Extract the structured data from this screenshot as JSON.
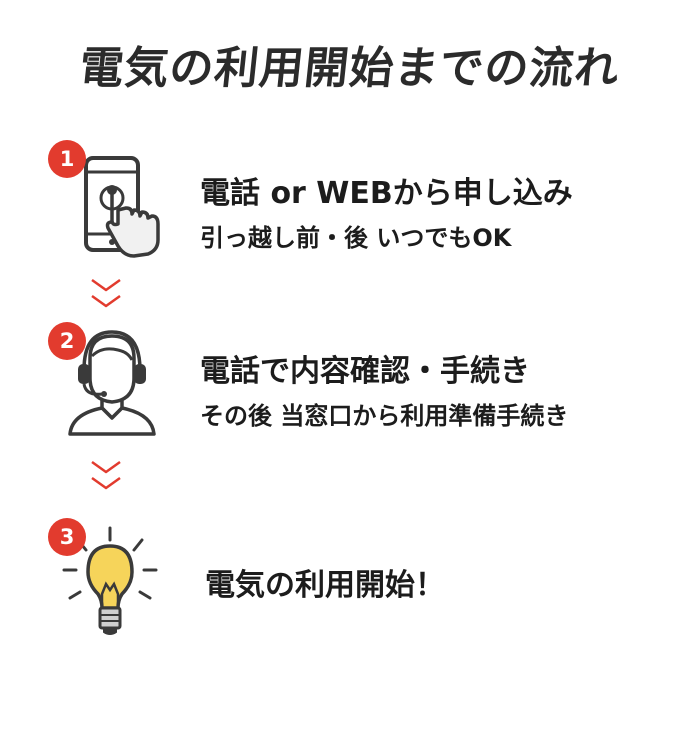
{
  "title": "電気の利用開始までの流れ",
  "accent_color": "#e23b2e",
  "steps": [
    {
      "number": "1",
      "icon": "smartphone-touch-icon",
      "line1": "電話 or WEBから申し込み",
      "line2": "引っ越し前・後 いつでもOK"
    },
    {
      "number": "2",
      "icon": "operator-headset-icon",
      "line1": "電話で内容確認・手続き",
      "line2": "その後  当窓口から利用準備手続き"
    },
    {
      "number": "3",
      "icon": "lightbulb-icon",
      "line1": "電気の利用開始！"
    }
  ]
}
